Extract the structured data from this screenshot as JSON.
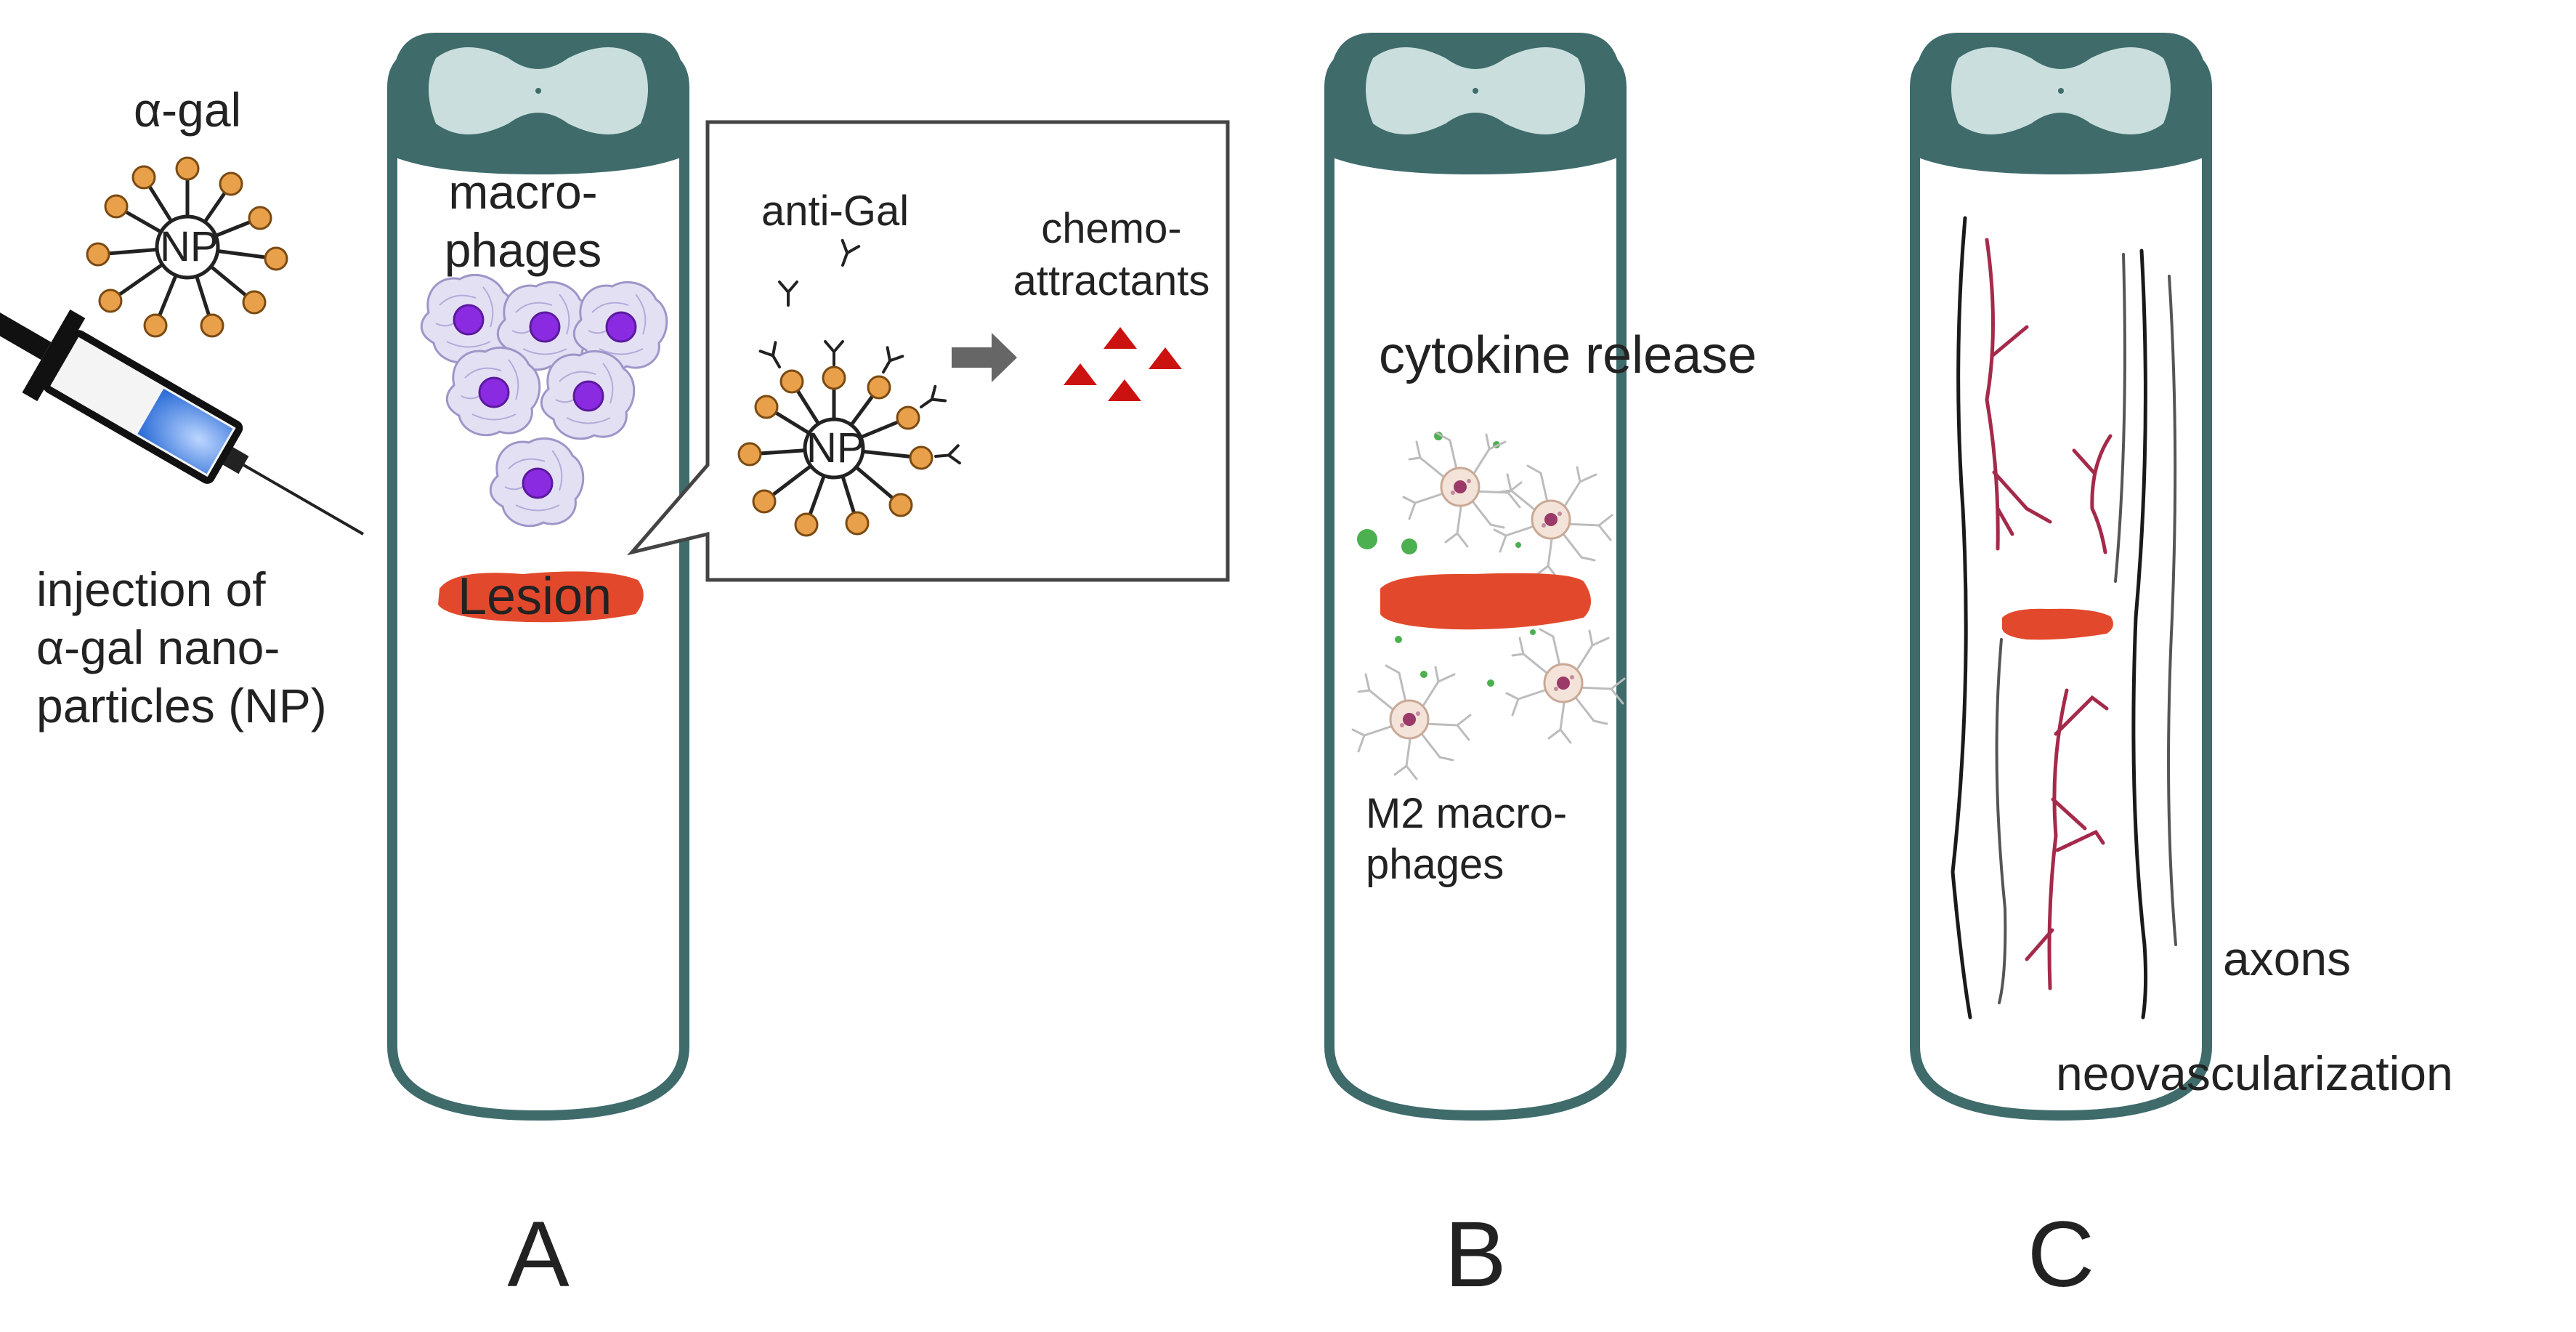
{
  "panel_a": {
    "alpha_gal": "α-gal",
    "np_label": "NP",
    "macrophages_line1": "macro-",
    "macrophages_line2": "phages",
    "lesion": "Lesion",
    "injection_line1": "injection of",
    "injection_line2": "α-gal nano-",
    "injection_line3": "particles (NP)",
    "inset": {
      "anti_gal": "anti-Gal",
      "np_label": "NP",
      "chemo_line1": "chemo-",
      "chemo_line2": "attractants"
    },
    "letter": "A"
  },
  "panel_b": {
    "cytokine_release": "cytokine release",
    "m2_line1": "M2 macro-",
    "m2_line2": "phages",
    "letter": "B"
  },
  "panel_c": {
    "axons": "axons",
    "neovascularization": "neovascularization",
    "letter": "C"
  },
  "colors": {
    "tube_outline": "#3f6b6b",
    "tube_cap": "#3f6b6b",
    "tube_cap_inner": "#c9dedd",
    "lesion": "#e2492c",
    "np_ball": "#e8a04a",
    "macrophage_nucleus": "#8a2be2",
    "macrophage_body": "#d9d4f0",
    "chemoattractant": "#cc1111",
    "m2_cell_body": "#f3e3d8",
    "m2_nucleus": "#9b3a68",
    "cytokine_dot": "#4caf50",
    "blood_vessel": "#a52a4a",
    "axon": "#1a1a1a",
    "syringe_fluid": "#3a7bd5"
  }
}
